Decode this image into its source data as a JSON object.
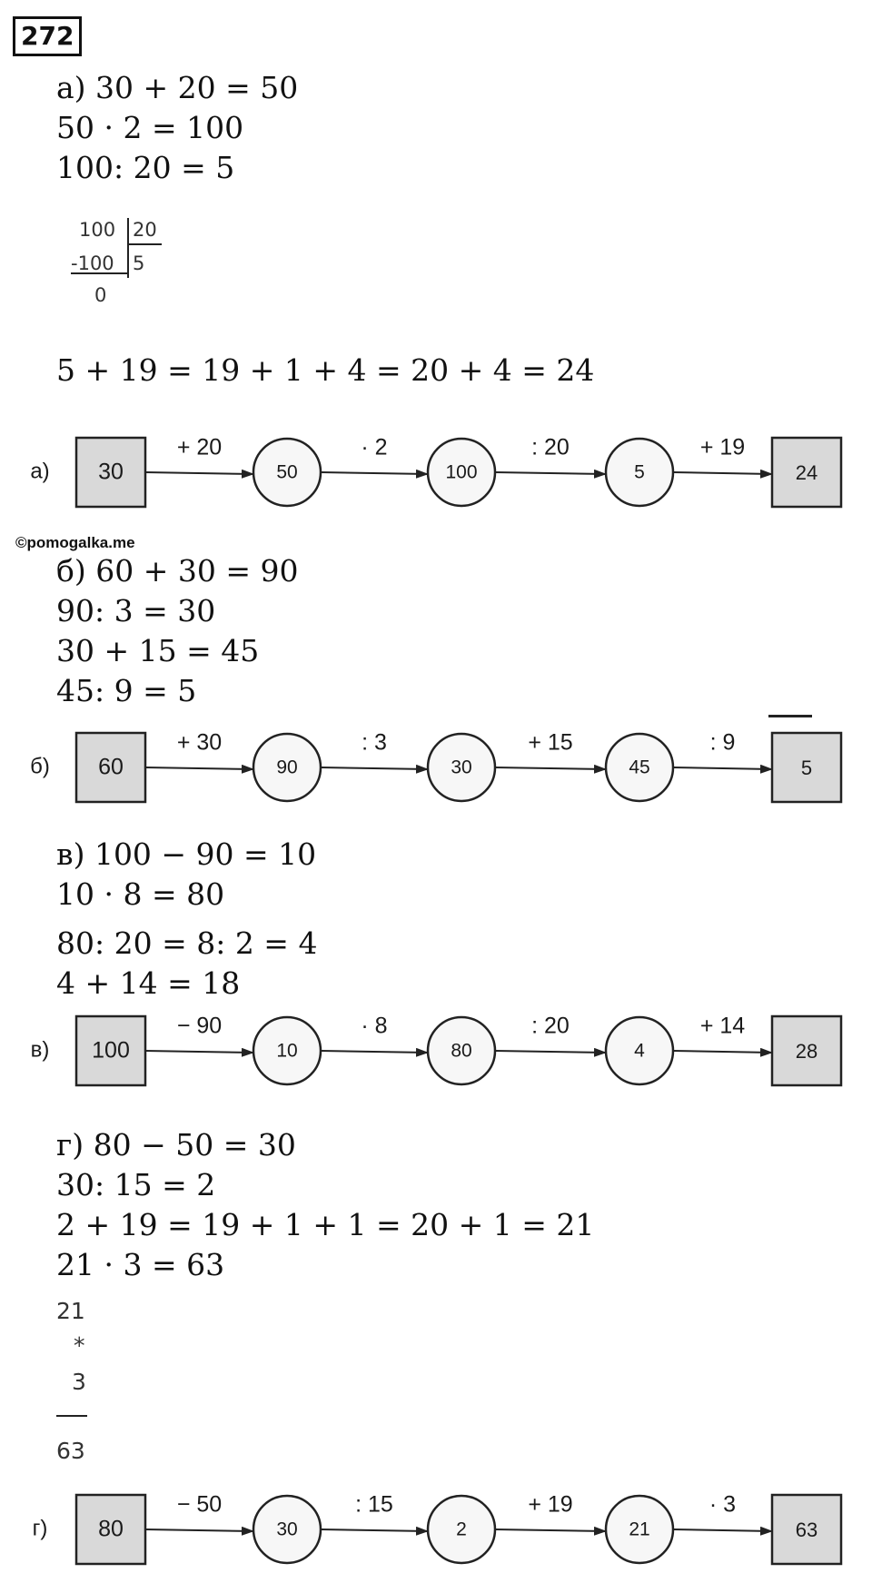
{
  "task_number": "272",
  "watermark": "©pomogalka.me",
  "parts": {
    "a": {
      "lines": [
        "а) 30 + 20 = 50",
        "50 · 2 = 100",
        "100: 20 = 5"
      ],
      "long_division": {
        "dividend": "100",
        "divisor": "20",
        "subtrahend": "-100",
        "quotient": "5",
        "remainder": "0"
      },
      "extra_line": "5 + 19 = 19 + 1 + 4 = 20 + 4 = 24",
      "chain": {
        "label": "а)",
        "start": "30",
        "ops": [
          "+ 20",
          "· 2",
          ": 20",
          "+ 19"
        ],
        "circles": [
          "50",
          "100",
          "5"
        ],
        "end": "24"
      }
    },
    "b": {
      "lines": [
        "б) 60 + 30 = 90",
        "90: 3 = 30",
        "30 + 15 = 45",
        "45: 9 = 5"
      ],
      "chain": {
        "label": "б)",
        "start": "60",
        "ops": [
          "+ 30",
          ": 3",
          "+ 15",
          ": 9"
        ],
        "circles": [
          "90",
          "30",
          "45"
        ],
        "end": "5"
      }
    },
    "v": {
      "lines": [
        "в) 100 − 90 = 10",
        "10 · 8 = 80",
        "80: 20 = 8: 2 = 4",
        "4 + 14 = 18"
      ],
      "chain": {
        "label": "в)",
        "start": "100",
        "ops": [
          "− 90",
          "· 8",
          ": 20",
          "+ 14"
        ],
        "circles": [
          "10",
          "80",
          "4"
        ],
        "end": "28"
      }
    },
    "g": {
      "lines": [
        "г) 80 − 50 = 30",
        "30: 15 = 2",
        "2 + 19 = 19 + 1 + 1 = 20 + 1 = 21",
        "21 · 3 = 63"
      ],
      "column_mult": {
        "top": "21",
        "sign": "*",
        "bottom": "3",
        "result": "63"
      },
      "chain": {
        "label": "г)",
        "start": "80",
        "ops": [
          "− 50",
          ": 15",
          "+ 19",
          "· 3"
        ],
        "circles": [
          "30",
          "2",
          "21"
        ],
        "end": "63"
      }
    }
  },
  "colors": {
    "box_fill": "#d9d9d9",
    "stroke": "#222222"
  }
}
